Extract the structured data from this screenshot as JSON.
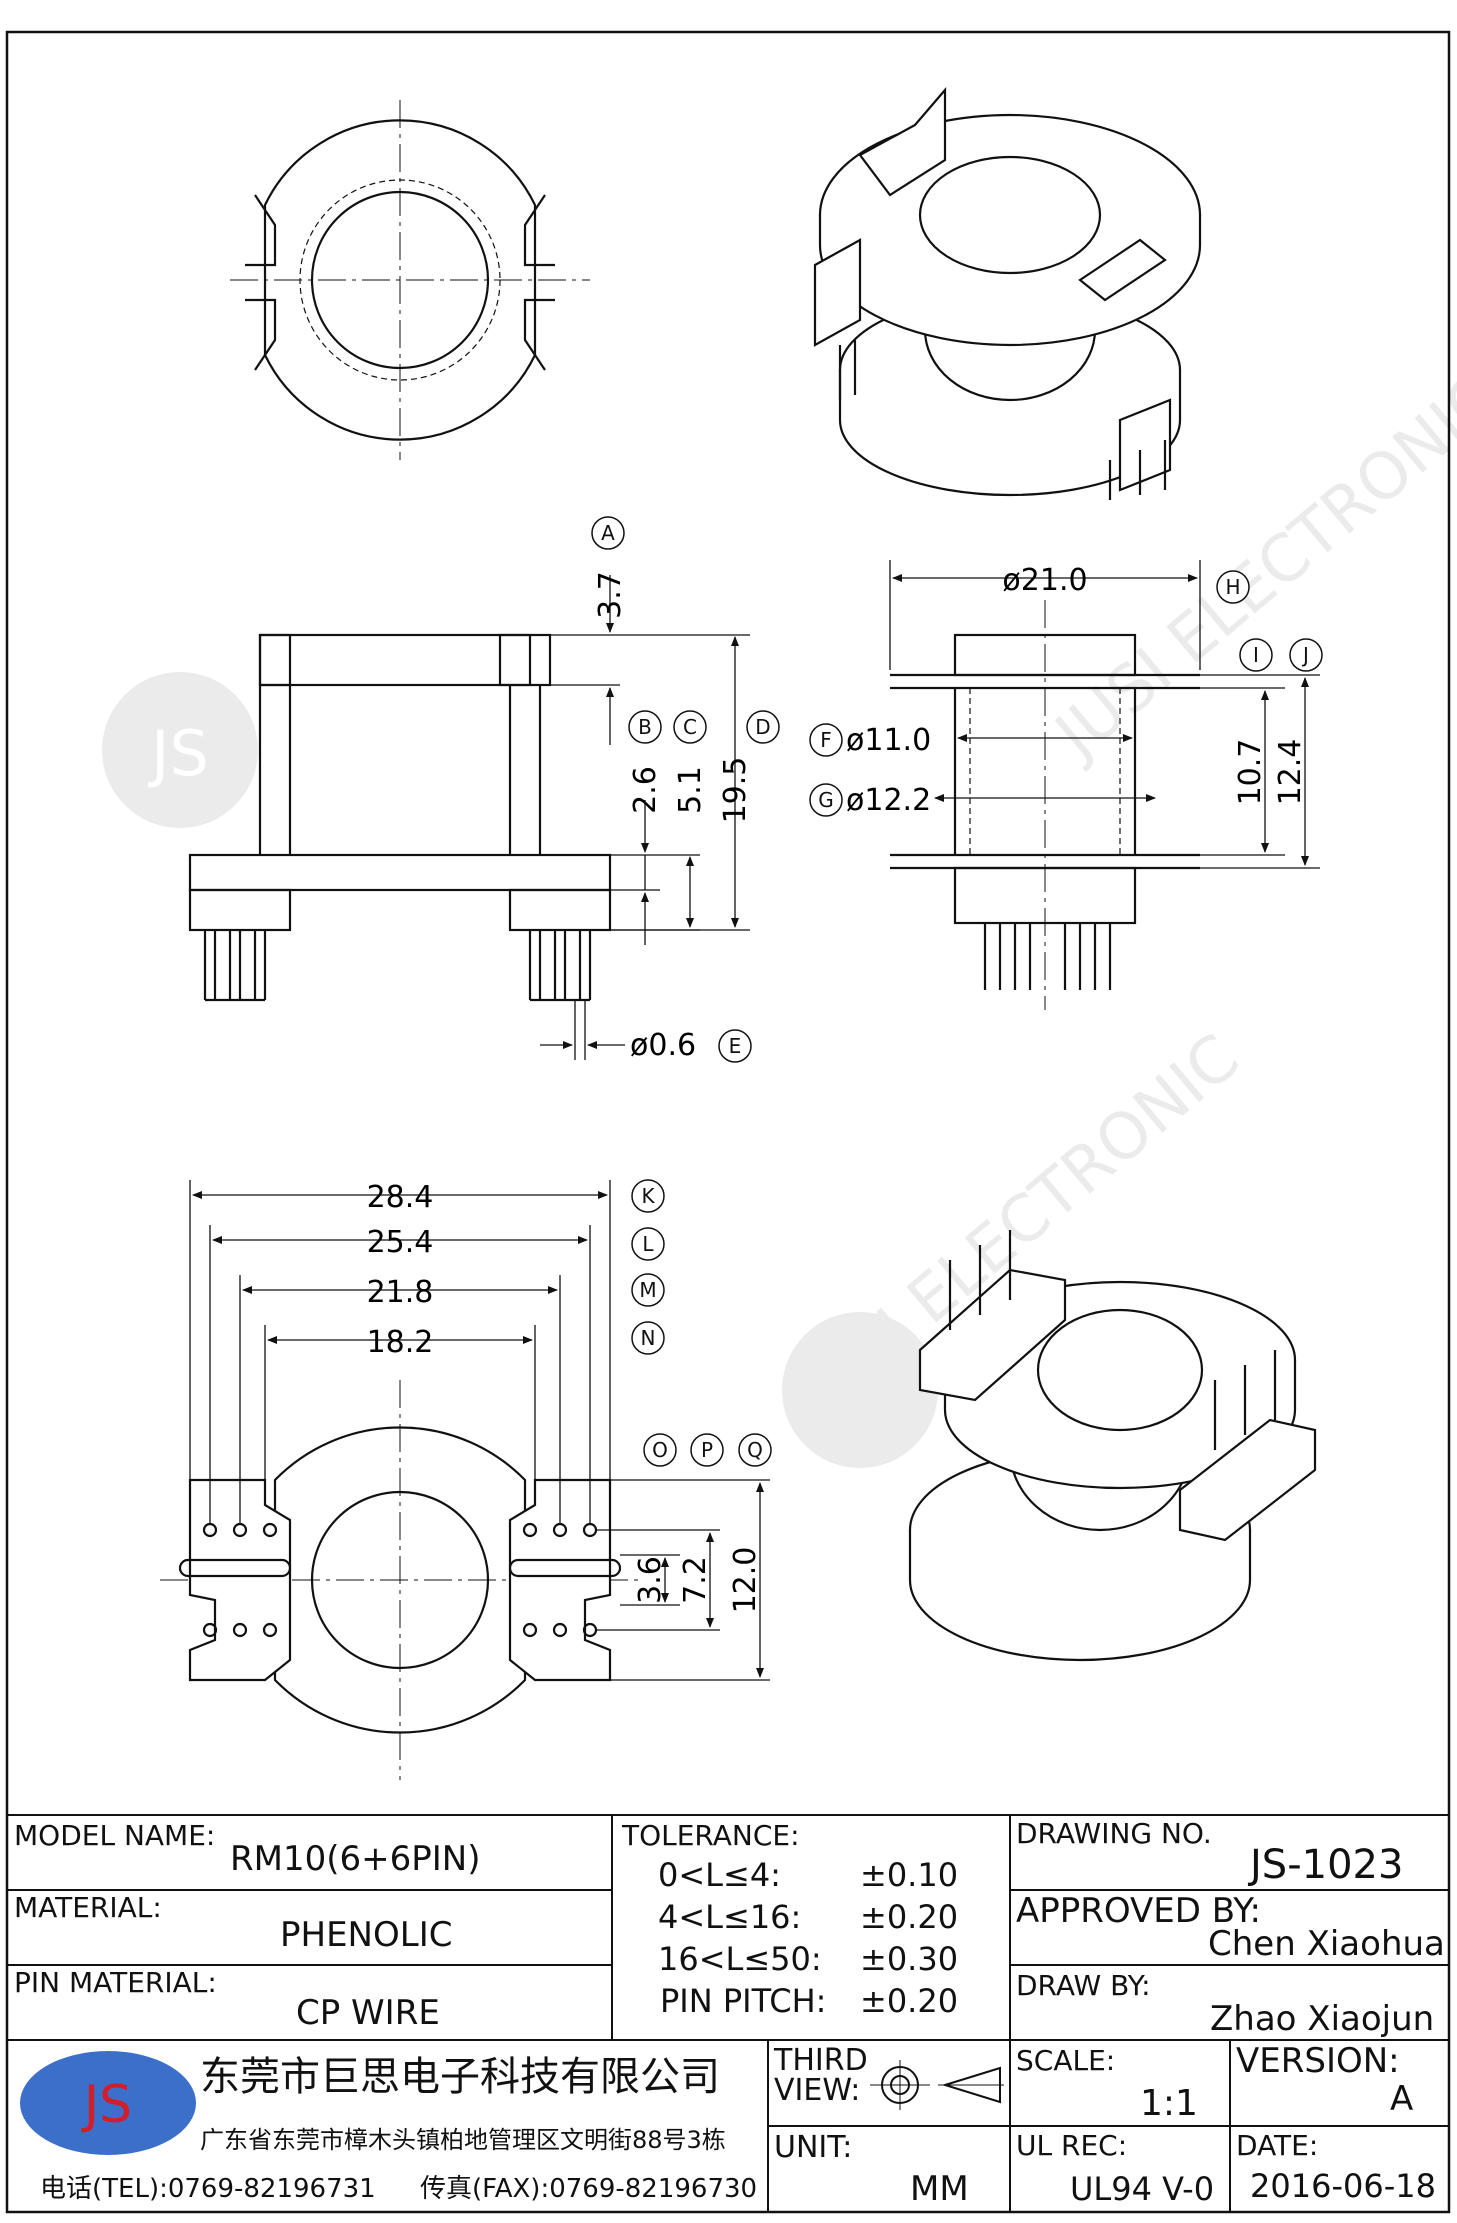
{
  "watermark": {
    "brand": "JS",
    "text": "JUSI ELECTRONIC"
  },
  "dimensions": {
    "A": "3.7",
    "B": "2.6",
    "C": "5.1",
    "D": "19.5",
    "E": "ø0.6",
    "F": "ø11.0",
    "G": "ø12.2",
    "H": "ø21.0",
    "I": "10.7",
    "J": "12.4",
    "K": "28.4",
    "L": "25.4",
    "M": "21.8",
    "N": "18.2",
    "O": "3.6",
    "P": "7.2",
    "Q": "12.0"
  },
  "callouts": [
    "A",
    "B",
    "C",
    "D",
    "E",
    "F",
    "G",
    "H",
    "I",
    "J",
    "K",
    "L",
    "M",
    "N",
    "O",
    "P",
    "Q"
  ],
  "title_block": {
    "model_label": "MODEL NAME:",
    "model_value": "RM10(6+6PIN)",
    "material_label": "MATERIAL:",
    "material_value": "PHENOLIC",
    "pin_material_label": "PIN MATERIAL:",
    "pin_material_value": "CP WIRE",
    "tolerance_label": "TOLERANCE:",
    "tolerances": [
      {
        "range": "0<L≤4:",
        "value": "±0.10"
      },
      {
        "range": "4<L≤16:",
        "value": "±0.20"
      },
      {
        "range": "16<L≤50:",
        "value": "±0.30"
      },
      {
        "range": "PIN PITCH:",
        "value": "±0.20"
      }
    ],
    "drawing_no_label": "DRAWING NO.",
    "drawing_no_value": "JS-1023",
    "approved_label": "APPROVED BY:",
    "approved_value": "Chen Xiaohua",
    "draw_label": "DRAW BY:",
    "draw_value": "Zhao Xiaojun",
    "company_logo": "JS",
    "company_name": "东莞市巨思电子科技有限公司",
    "company_address": "广东省东莞市樟木头镇柏地管理区文明街88号3栋",
    "tel": "电话(TEL):0769-82196731",
    "fax": "传真(FAX):0769-82196730",
    "third_view_label1": "THIRD",
    "third_view_label2": "VIEW:",
    "unit_label": "UNIT:",
    "unit_value": "MM",
    "scale_label": "SCALE:",
    "scale_value": "1:1",
    "version_label": "VERSION:",
    "version_value": "A",
    "ul_label": "UL REC:",
    "ul_value": "UL94 V-0",
    "date_label": "DATE:",
    "date_value": "2016-06-18"
  }
}
